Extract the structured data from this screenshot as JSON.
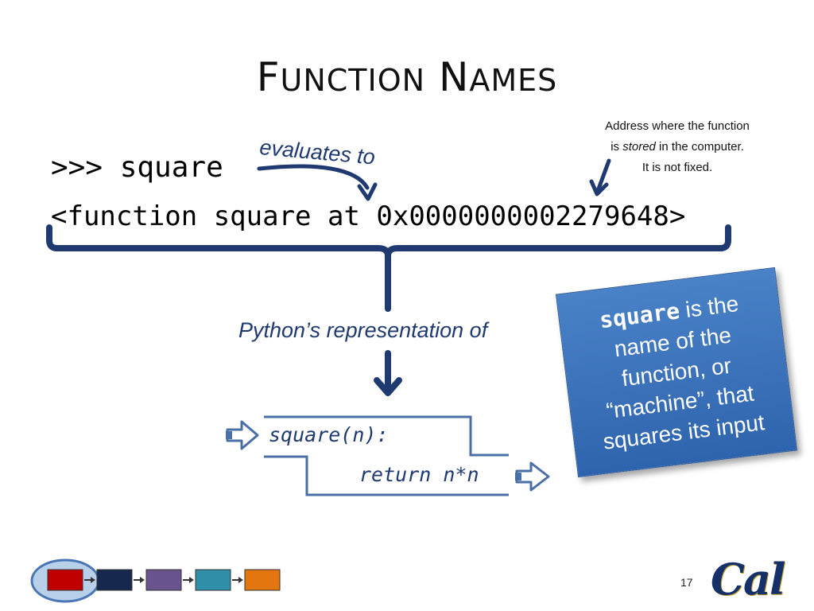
{
  "slide": {
    "title_first_letter_1": "F",
    "title_rest_1": "UNCTION",
    "title_first_letter_2": "N",
    "title_rest_2": "AMES",
    "prompt": ">>> square",
    "evaluates_label": "evaluates to",
    "result": "<function square at 0x0000000002279648>",
    "address_note": {
      "line1": "Address where the function",
      "line2_prefix": "is ",
      "line2_italic": "stored",
      "line2_suffix": " in the computer.",
      "line3": "It is not fixed."
    },
    "representation_label": "Python’s representation of",
    "function_box": {
      "name": "square(n):",
      "body": "return n*n"
    },
    "callout": {
      "code": "square",
      "text": " is the name of the function, or “machine”, that squares its input"
    },
    "page_number": "17",
    "logo_text": "Cal"
  },
  "colors": {
    "dark_blue": "#1f3a70",
    "line_blue": "#4a6fa5",
    "callout_blue": "#3a72bd",
    "nav": [
      "#c00000",
      "#16284d",
      "#6a548f",
      "#2f8fa8",
      "#e4760f"
    ]
  },
  "icons": [
    "arrow-input-icon",
    "arrow-output-icon",
    "down-arrow-icon",
    "curved-arrow-icon",
    "brace-icon"
  ]
}
